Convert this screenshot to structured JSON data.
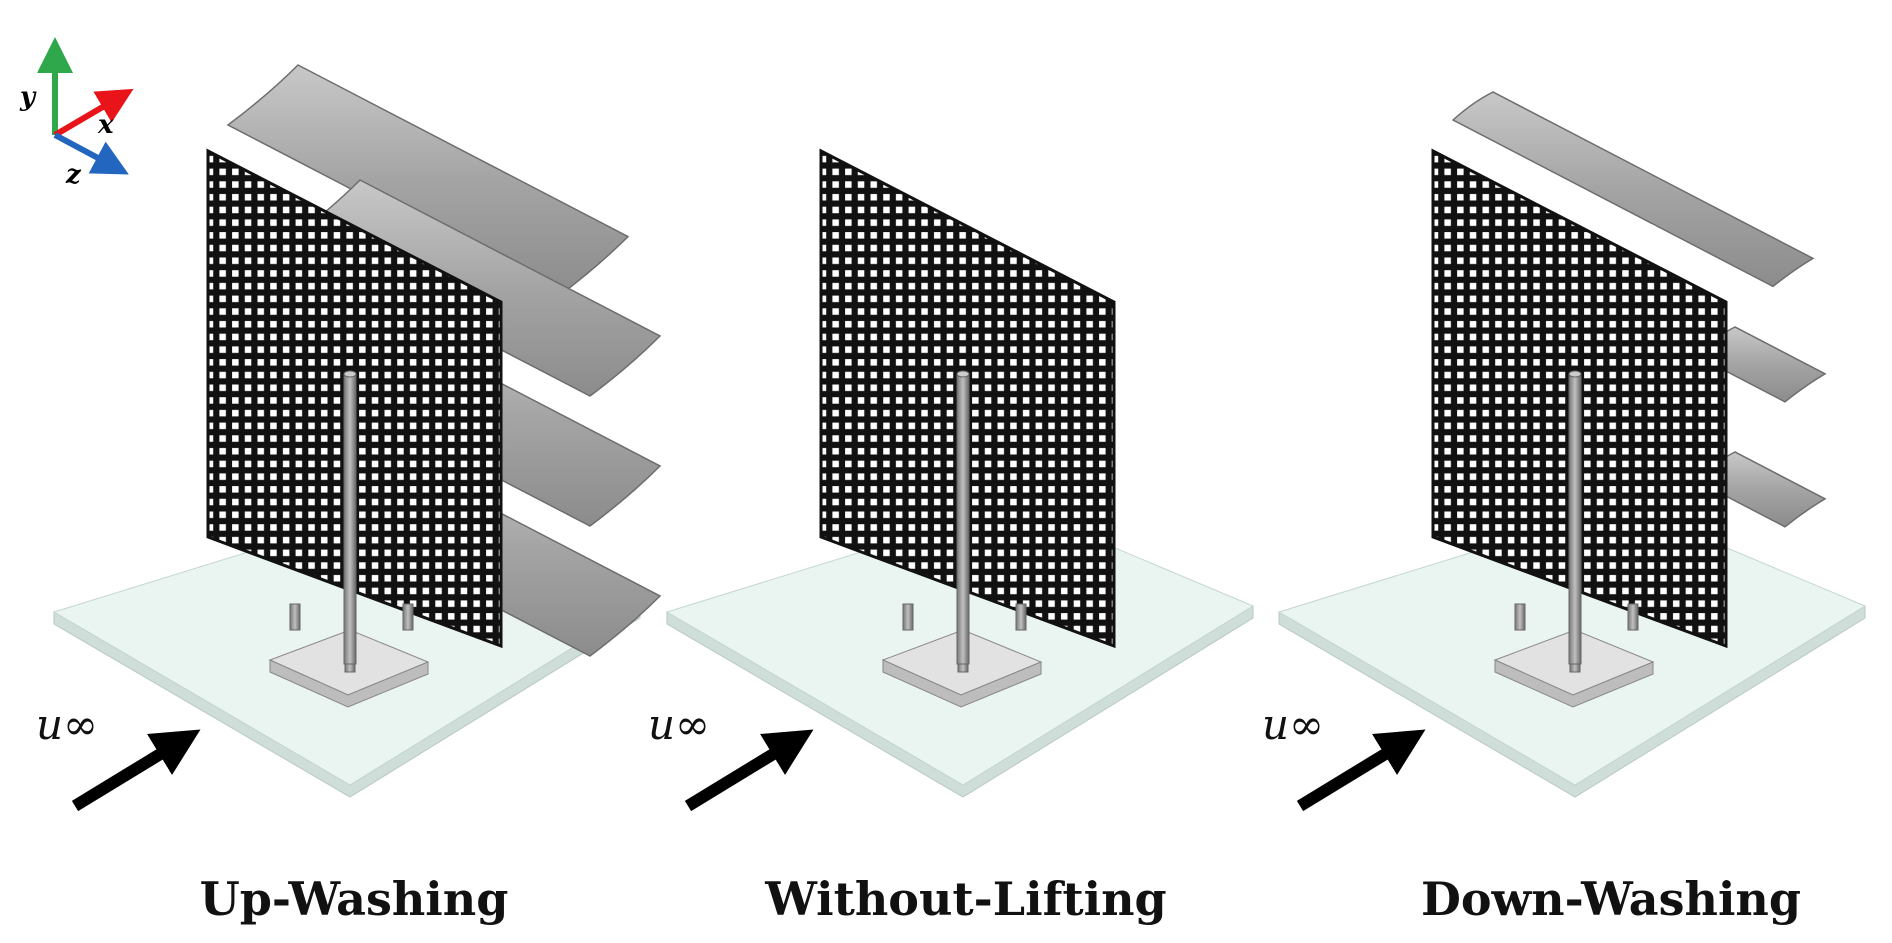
{
  "axes": {
    "x_label": "x",
    "y_label": "y",
    "z_label": "z",
    "colors": {
      "x": "#e8141a",
      "y": "#2ea84a",
      "z": "#2266c0"
    }
  },
  "flow_label": "u∞",
  "panels": [
    {
      "label": "Up-Washing"
    },
    {
      "label": "Without-Lifting"
    },
    {
      "label": "Down-Washing"
    }
  ]
}
